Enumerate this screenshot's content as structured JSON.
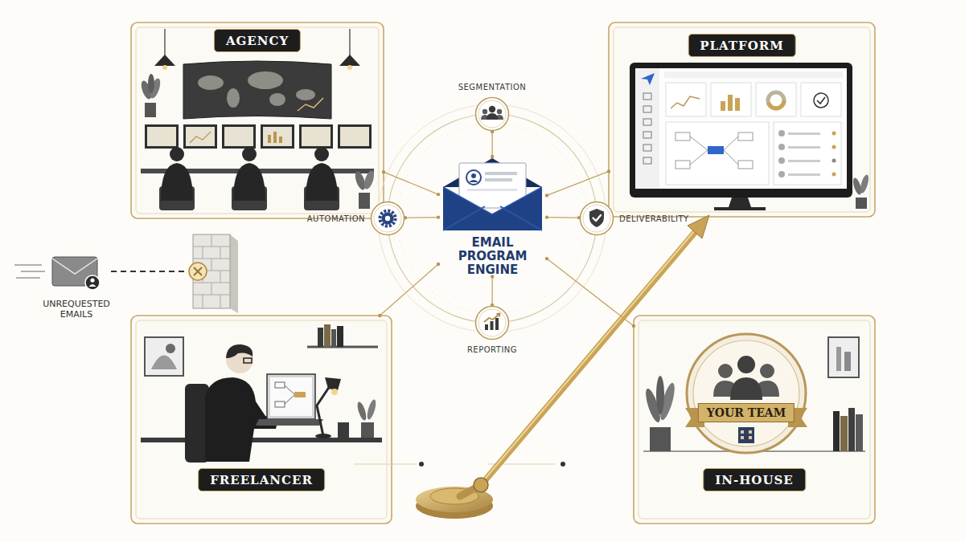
{
  "diagram": {
    "nodes": [
      {
        "text": [
          "AGENCY"
        ]
      },
      {
        "text": [
          "SEGMENTATION"
        ]
      },
      {
        "text": [
          "PLATFORM"
        ]
      },
      {
        "text": [
          "AUTOMATION"
        ]
      },
      {
        "text": [
          "EMAIL PROGRAM ENGINE"
        ]
      },
      {
        "text": [
          "DELIVERABILITY"
        ]
      },
      {
        "text": [
          "UNREQUESTED EMAILS"
        ]
      },
      {
        "text": [
          "REPORTING"
        ]
      },
      {
        "text": [
          "FREELANCER"
        ]
      },
      {
        "text": [
          "IN-HOUSE"
        ]
      },
      {
        "text": [
          "YOUR TEAM"
        ],
        "in": 9
      }
    ],
    "edges": [
      {
        "from": 4,
        "to": 1,
        "arrow": "none"
      },
      {
        "from": 4,
        "to": 3,
        "arrow": "none"
      },
      {
        "from": 4,
        "to": 5,
        "arrow": "none"
      },
      {
        "from": 4,
        "to": 7,
        "arrow": "none"
      },
      {
        "from": 4,
        "to": 0,
        "arrow": "none"
      },
      {
        "from": 4,
        "to": 2,
        "arrow": "none"
      },
      {
        "from": 4,
        "to": 8,
        "arrow": "none"
      },
      {
        "from": 4,
        "to": 9,
        "arrow": "none"
      }
    ]
  }
}
